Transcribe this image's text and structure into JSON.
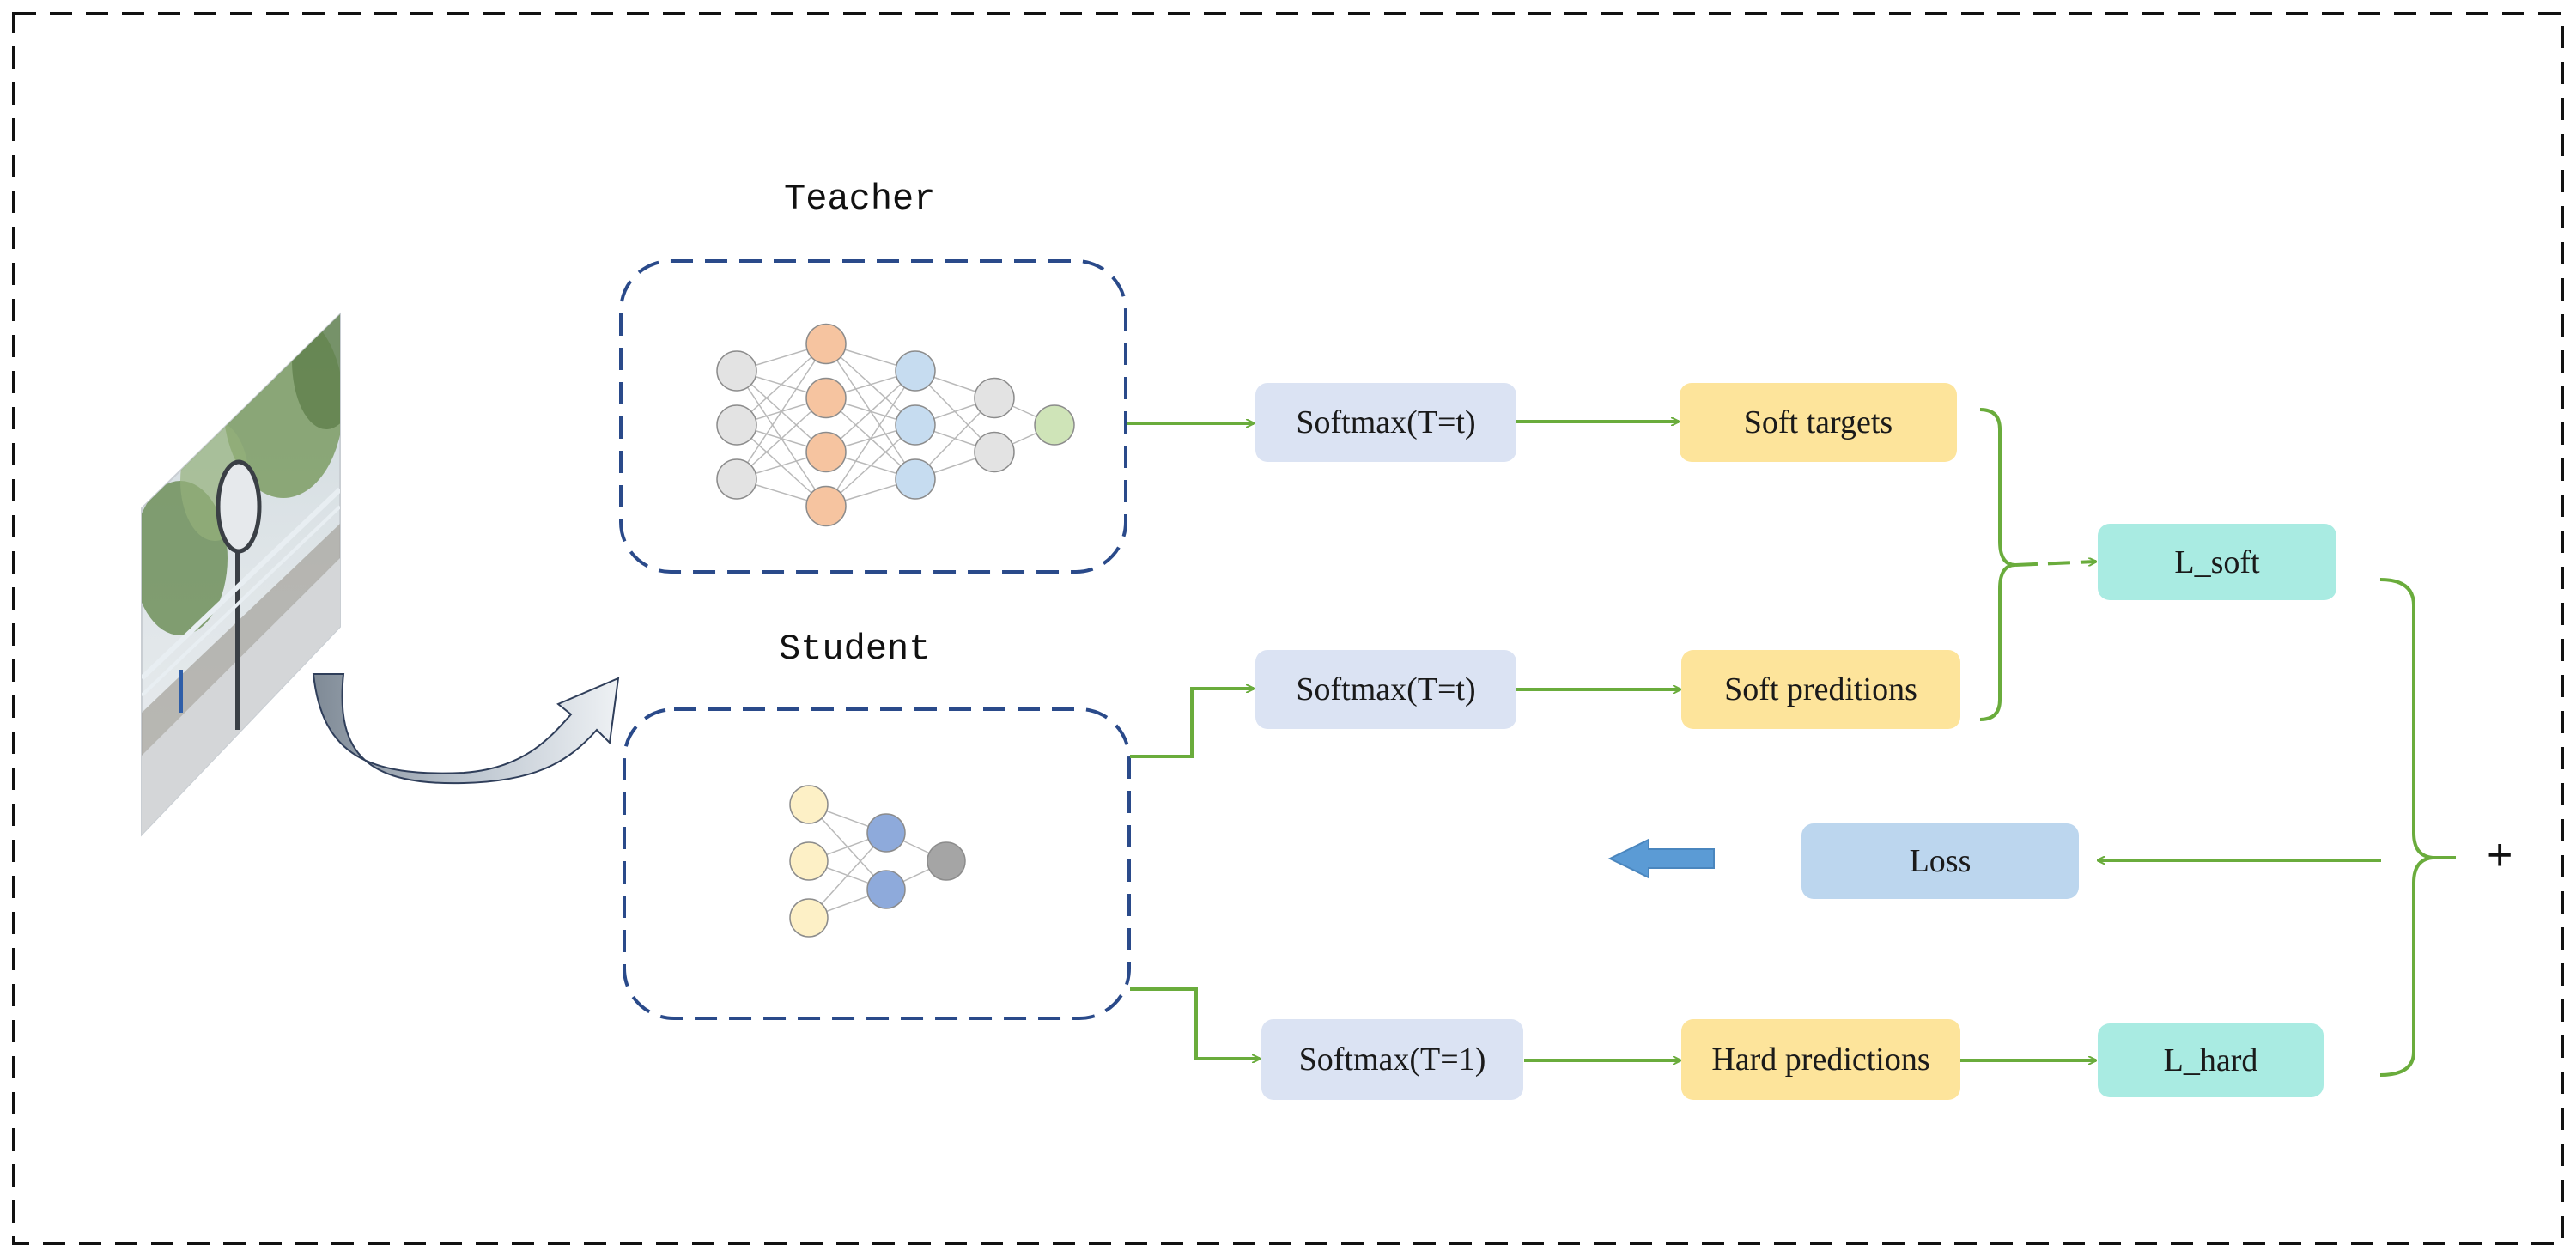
{
  "teacher": {
    "title": "Teacher"
  },
  "student": {
    "title": "Student"
  },
  "nodes": {
    "softmax_teacher": "Softmax(T=t)",
    "softmax_student_soft": "Softmax(T=t)",
    "softmax_student_hard": "Softmax(T=1)",
    "soft_targets": "Soft targets",
    "soft_predictions": "Soft preditions",
    "hard_predictions": "Hard predictions",
    "l_soft": "L_soft",
    "l_hard": "L_hard",
    "loss": "Loss"
  },
  "sum_symbol": "+",
  "colors": {
    "arrow_green": "#6aac3c",
    "dashed_blue": "#2a4a8a",
    "softmax_fill": "#dbe3f3",
    "target_fill": "#fde49b",
    "loss_term_fill": "#a9ebe2",
    "loss_fill": "#bcd6ee",
    "back_arrow": "#5b9bd5",
    "teacher_layer_1": "#e3e3e3",
    "teacher_layer_2": "#f6c4a0",
    "teacher_layer_3": "#c6dcf0",
    "teacher_layer_4": "#e3e3e3",
    "teacher_output": "#cfe4b8",
    "student_layer_1": "#fdf0c6",
    "student_layer_2": "#8eaadb",
    "student_output": "#a5a5a5"
  },
  "networks": {
    "teacher_layers": [
      3,
      4,
      3,
      2,
      1
    ],
    "student_layers": [
      3,
      2,
      1
    ]
  },
  "image": {
    "description_icon": "input-image-icon"
  }
}
